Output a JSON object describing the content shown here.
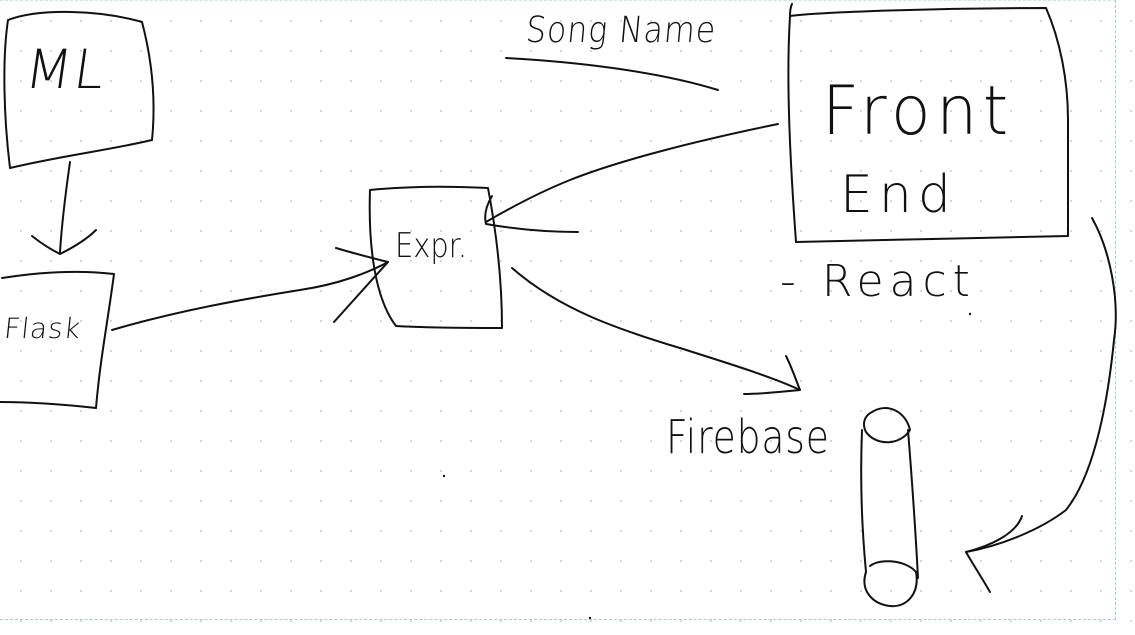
{
  "diagram": {
    "nodes": {
      "ml": {
        "label": "ML"
      },
      "flask": {
        "label": "Flask"
      },
      "express": {
        "label": "Expr."
      },
      "frontend": {
        "label_line1": "Front",
        "label_line2": "End"
      },
      "firebase": {
        "label": "Firebase"
      }
    },
    "annotations": {
      "song_name": "Song Name",
      "react": "- React"
    },
    "edges": [
      {
        "from": "ml",
        "to": "flask",
        "arrow": true
      },
      {
        "from": "flask",
        "to": "express",
        "arrow": true
      },
      {
        "from": "frontend",
        "to": "express",
        "arrow": true
      },
      {
        "from": "express",
        "to": "firebase",
        "arrow": true
      },
      {
        "from": "frontend",
        "to": "firebase",
        "arrow": true
      }
    ],
    "colors": {
      "ink": "#111111",
      "grid_dots": "#cfd6dc",
      "page_border": "#9fd3c9",
      "background": "#ffffff"
    }
  }
}
